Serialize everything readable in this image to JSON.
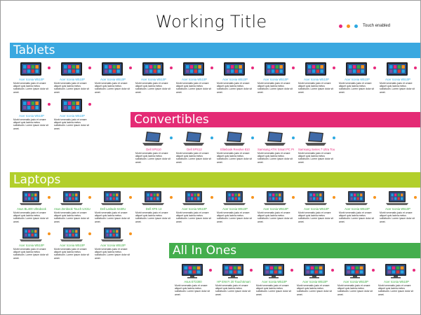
{
  "title": "Working Title",
  "legend": {
    "label": "Touch enabled",
    "colors": [
      "#e8297c",
      "#f7941e",
      "#2ca9e1"
    ]
  },
  "colors": {
    "tablets": "#3aa8e0",
    "convertibles": "#e42b75",
    "laptops": "#b2cf2b",
    "allinones": "#44ae4d",
    "link_blue": "#2ca9e1",
    "link_green": "#3aa83f",
    "dot_pink": "#e8297c",
    "dot_orange": "#f7941e",
    "dot_blue": "#2ca9e1"
  },
  "description": "Morbi venenatis justo et ornare aliquet quis lacinia metus sollicitudin. Lorem ipsum dolor sit amet.",
  "sections": [
    {
      "label": "Tablets",
      "items": [
        {
          "name": "Acer Iconia W510P",
          "icon": "tablet-icon",
          "dot": "dot_pink"
        },
        {
          "name": "Acer Iconia W510P",
          "icon": "tablet-icon",
          "dot": "dot_pink"
        },
        {
          "name": "Acer Iconia W510P",
          "icon": "tablet-icon",
          "dot": "dot_pink"
        },
        {
          "name": "Acer Iconia W510P",
          "icon": "tablet-icon",
          "dot": "dot_pink"
        },
        {
          "name": "Acer Iconia W510P",
          "icon": "tablet-icon",
          "dot": "dot_pink"
        },
        {
          "name": "Acer Iconia W510P",
          "icon": "tablet-icon",
          "dot": "dot_pink"
        },
        {
          "name": "Acer Iconia W510P",
          "icon": "tablet-icon",
          "dot": "dot_pink"
        },
        {
          "name": "Acer Iconia W510P",
          "icon": "tablet-icon",
          "dot": "dot_pink"
        },
        {
          "name": "Acer Iconia W510P",
          "icon": "tablet-icon",
          "dot": "dot_pink"
        },
        {
          "name": "Acer Iconia W510P",
          "icon": "tablet-icon",
          "dot": "dot_pink"
        },
        {
          "name": "Acer Iconia W510P",
          "icon": "tablet-icon",
          "dot": "dot_pink"
        },
        {
          "name": "Acer Iconia W510P",
          "icon": "tablet-icon",
          "dot": "dot_pink"
        }
      ]
    },
    {
      "label": "Convertibles",
      "items": [
        {
          "name": "Dell XPS10",
          "icon": "convertible-laptop-icon",
          "dot": "dot_blue"
        },
        {
          "name": "Dell XPS12",
          "icon": "convertible-laptop-icon",
          "dot": "dot_blue"
        },
        {
          "name": "Elitebook Revolve 810",
          "icon": "convertible-laptop-icon",
          "dot": "dot_blue"
        },
        {
          "name": "Samsung ATIV Smart PC Pro",
          "icon": "convertible-laptop-icon",
          "dot": "dot_blue"
        },
        {
          "name": "Samsung Series 7 Ultra Touch",
          "icon": "convertible-laptop-icon",
          "dot": "dot_blue"
        }
      ]
    },
    {
      "label": "Laptops",
      "items": [
        {
          "name": "Asus BL400 Ultrabook",
          "icon": "laptop-icon",
          "dot": "dot_orange"
        },
        {
          "name": "Asus Zenbook Touch UX31A",
          "icon": "laptop-icon",
          "dot": "dot_orange"
        },
        {
          "name": "Dell Latitude 6430U",
          "icon": "laptop-icon",
          "dot": "dot_orange"
        },
        {
          "name": "Dell XPS 13",
          "icon": "laptop-icon",
          "dot": "dot_orange"
        },
        {
          "name": "Acer Iconia W510P",
          "icon": "laptop-icon",
          "dot": "dot_orange"
        },
        {
          "name": "Acer Iconia W510P",
          "icon": "laptop-icon",
          "dot": "dot_orange"
        },
        {
          "name": "Acer Iconia W510P",
          "icon": "laptop-icon",
          "dot": "dot_orange"
        },
        {
          "name": "Acer Iconia W510P",
          "icon": "laptop-icon",
          "dot": "dot_orange"
        },
        {
          "name": "Acer Iconia W510P",
          "icon": "laptop-icon",
          "dot": "dot_orange"
        },
        {
          "name": "Acer Iconia W510P",
          "icon": "laptop-icon",
          "dot": "dot_orange"
        },
        {
          "name": "Acer Iconia W510P",
          "icon": "laptop-icon",
          "dot": "dot_orange"
        },
        {
          "name": "Acer Iconia W510P",
          "icon": "laptop-icon",
          "dot": "dot_orange"
        },
        {
          "name": "Acer Iconia W510P",
          "icon": "laptop-icon",
          "dot": "dot_orange"
        }
      ]
    },
    {
      "label": "All In Ones",
      "items": [
        {
          "name": "Asus ET2300",
          "icon": "monitor-icon",
          "dot": "dot_pink"
        },
        {
          "name": "HP ENVY 20 TouchSmart",
          "icon": "monitor-icon",
          "dot": "dot_pink"
        },
        {
          "name": "Acer Iconia W510P",
          "icon": "monitor-icon",
          "dot": "dot_pink"
        },
        {
          "name": "Acer Iconia W510P",
          "icon": "monitor-icon",
          "dot": "dot_pink"
        },
        {
          "name": "Acer Iconia W510P",
          "icon": "monitor-icon",
          "dot": "dot_pink"
        },
        {
          "name": "Acer Iconia W510P",
          "icon": "monitor-icon",
          "dot": "dot_pink"
        }
      ]
    }
  ]
}
